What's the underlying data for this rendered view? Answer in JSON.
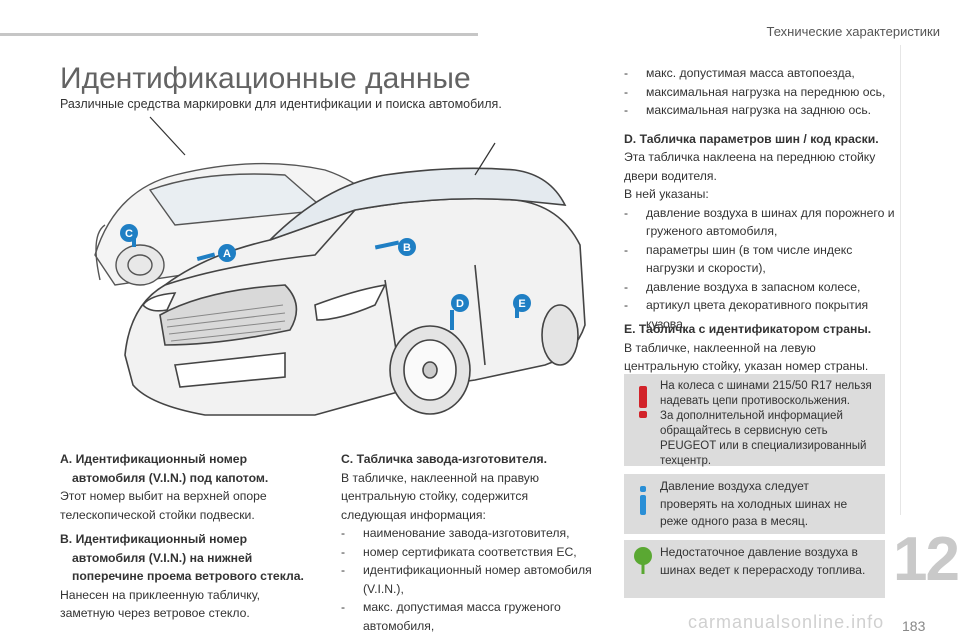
{
  "header": {
    "section_title": "Технические характеристики"
  },
  "page_title": "Идентификационные данные",
  "subtitle": "Различные средства маркировки для идентификации и поиска автомобиля.",
  "markers": [
    "A",
    "B",
    "C",
    "D",
    "E"
  ],
  "left_column": {
    "a_heading": "A. Идентификационный номер",
    "a_heading_2": "автомобиля (V.I.N.) под капотом.",
    "a_body": [
      "Этот номер выбит на верхней опоре",
      "телескопической стойки подвески."
    ],
    "b_heading": "B. Идентификационный номер",
    "b_heading_2": "автомобиля (V.I.N.) на нижней",
    "b_heading_3": "поперечине проема ветрового стекла.",
    "b_body": [
      "Нанесен на приклеенную табличку,",
      "заметную через ветровое стекло."
    ]
  },
  "middle_column": {
    "c_heading": "C. Табличка завода-изготовителя.",
    "c_body": [
      "В табличке, наклеенной на правую",
      "центральную стойку, содержится",
      "следующая информация:"
    ],
    "c_items": [
      "наименование завода-изготовителя,",
      "номер сертификата соответствия ЕС,",
      "идентификационный номер автомобиля (V.I.N.),",
      "макс. допустимая масса груженого автомобиля,"
    ]
  },
  "right_column": {
    "top_items": [
      "макс. допустимая масса автопоезда,",
      "максимальная нагрузка на переднюю ось,",
      "максимальная нагрузка на заднюю ось."
    ],
    "d_heading": "D. Табличка параметров шин / код краски.",
    "d_body": [
      "Эта табличка наклеена на переднюю стойку",
      "двери водителя.",
      "В ней указаны:"
    ],
    "d_items": [
      "давление воздуха в шинах для порожнего и груженого автомобиля,",
      "параметры шин (в том числе индекс нагрузки и скорости),",
      "давление воздуха в запасном колесе,",
      "артикул цвета декоративного покрытия кузова."
    ],
    "e_heading": "E. Табличка с идентификатором страны.",
    "e_body": [
      "В табличке, наклеенной на левую",
      "центральную стойку, указан номер страны."
    ]
  },
  "notes": {
    "warning": [
      "На колеса с шинами 215/50 R17 нельзя",
      "надевать цепи противоскольжения.",
      "За дополнительной информацией",
      "обращайтесь в сервисную сеть",
      "PEUGEOT или в специализированный",
      "техцентр."
    ],
    "info": [
      "Давление воздуха следует",
      "проверять на холодных шинах не",
      "реже одного раза в месяц."
    ],
    "eco": [
      "Недостаточное давление воздуха в",
      "шинах ведет к перерасходу топлива."
    ]
  },
  "chapter_number": "12",
  "page_number": "183",
  "watermark": "carmanualsonline.info",
  "colors": {
    "marker_blue": "#1f7fc4",
    "warning_red": "#d2232a",
    "info_blue": "#2a8fd6",
    "eco_green": "#5aa832",
    "note_bg": "#dcdcdc"
  }
}
